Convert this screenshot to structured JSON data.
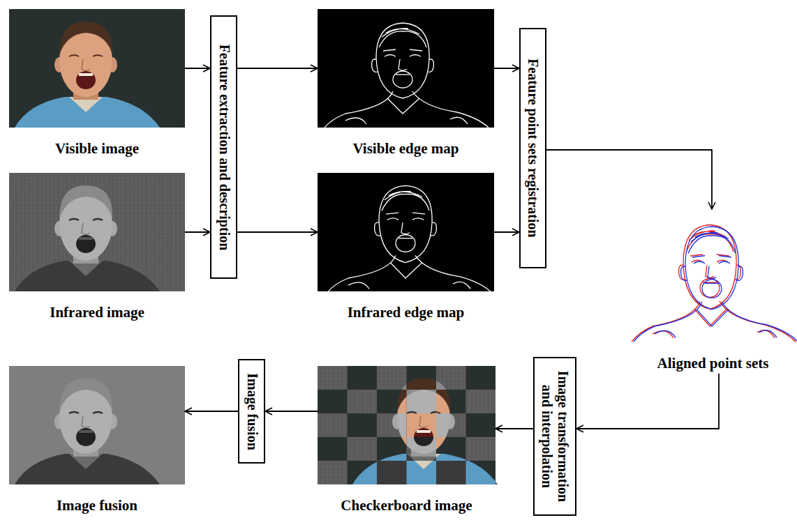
{
  "diagram": {
    "nodes": [
      {
        "text": [
          "Visible image"
        ]
      },
      {
        "text": [
          "Infrared image"
        ]
      },
      {
        "text": [
          "Feature extraction and description"
        ]
      },
      {
        "text": [
          "Visible edge map"
        ]
      },
      {
        "text": [
          "Infrared edge map"
        ]
      },
      {
        "text": [
          "Feature point sets registration"
        ]
      },
      {
        "text": [
          "Aligned point sets"
        ]
      },
      {
        "text": [
          "Image transformation and interpolation"
        ]
      },
      {
        "text": [
          "Checkerboard image"
        ]
      },
      {
        "text": [
          "Image fusion"
        ]
      },
      {
        "text": [
          "Image fusion"
        ]
      }
    ],
    "edges": [
      {
        "from": 0,
        "to": 2,
        "arrow": "to"
      },
      {
        "from": 1,
        "to": 2,
        "arrow": "to"
      },
      {
        "from": 2,
        "to": 3,
        "arrow": "to"
      },
      {
        "from": 2,
        "to": 4,
        "arrow": "to"
      },
      {
        "from": 3,
        "to": 5,
        "arrow": "to"
      },
      {
        "from": 4,
        "to": 5,
        "arrow": "to"
      },
      {
        "from": 5,
        "to": 6,
        "arrow": "to"
      },
      {
        "from": 6,
        "to": 7,
        "arrow": "to"
      },
      {
        "from": 7,
        "to": 8,
        "arrow": "to"
      },
      {
        "from": 8,
        "to": 9,
        "arrow": "to"
      },
      {
        "from": 9,
        "to": 10,
        "arrow": "to"
      }
    ]
  }
}
